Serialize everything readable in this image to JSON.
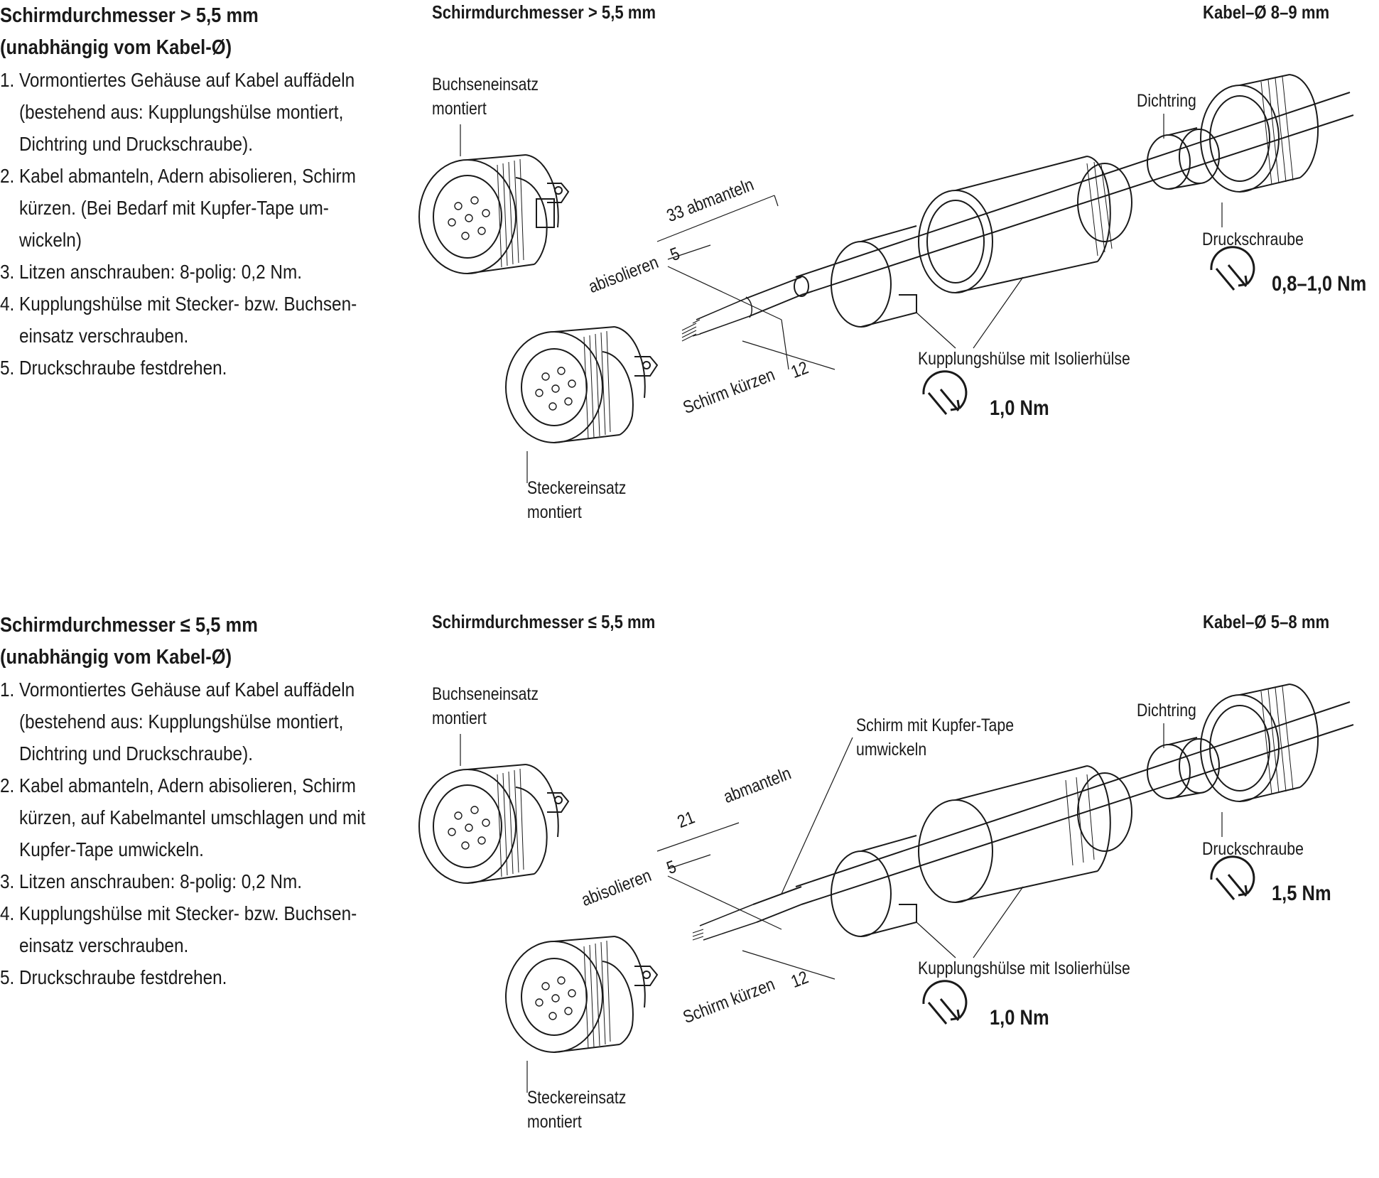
{
  "top": {
    "title_line1": "Schirmdurchmesser  > 5,5 mm",
    "title_line2": "(unabhängig vom Kabel-Ø)",
    "steps": [
      {
        "num": "1.",
        "lines": [
          "Vormontiertes Gehäuse auf Kabel auffädeln",
          "(bestehend aus: Kupplungshülse montiert,",
          "Dichtring und Druckschraube)."
        ]
      },
      {
        "num": "2.",
        "lines": [
          "Kabel abmanteln, Adern abisolieren, Schirm",
          "kürzen. (Bei Bedarf mit Kupfer-Tape um-",
          "wickeln)"
        ]
      },
      {
        "num": "3.",
        "lines": [
          "Litzen anschrauben: 8-polig: 0,2 Nm."
        ]
      },
      {
        "num": "4.",
        "lines": [
          "Kupplungshülse mit Stecker- bzw. Buchsen-",
          "einsatz verschrauben."
        ]
      },
      {
        "num": "5.",
        "lines": [
          "Druckschraube festdrehen."
        ]
      }
    ],
    "drawing": {
      "header_left": "Schirmdurchmesser > 5,5 mm",
      "header_right": "Kabel–Ø 8–9 mm",
      "label_socket_1": "Buchseneinsatz",
      "label_socket_2": "montiert",
      "label_plug_1": "Steckereinsatz",
      "label_plug_2": "montiert",
      "label_seal": "Dichtring",
      "label_pressure_screw": "Druckschraube",
      "label_coupling": "Kupplungshülse mit Isolierhülse",
      "torque_pressure_screw": "0,8–1,0 Nm",
      "torque_coupling": "1,0 Nm",
      "dim_strip_jacket": "33 abmanteln",
      "dim_strip_insulation_label": "abisolieren",
      "dim_strip_insulation_value": "5",
      "dim_shield_label": "Schirm kürzen",
      "dim_shield_value": "12"
    }
  },
  "bottom": {
    "title_line1": "Schirmdurchmesser  ≤ 5,5 mm",
    "title_line2": "(unabhängig vom Kabel-Ø)",
    "steps": [
      {
        "num": "1.",
        "lines": [
          "Vormontiertes Gehäuse auf Kabel auffädeln",
          "(bestehend aus: Kupplungshülse montiert,",
          "Dichtring und Druckschraube)."
        ]
      },
      {
        "num": "2.",
        "lines": [
          "Kabel abmanteln, Adern abisolieren, Schirm",
          "kürzen, auf Kabelmantel umschlagen und mit",
          "Kupfer-Tape umwickeln."
        ]
      },
      {
        "num": "3.",
        "lines": [
          "Litzen anschrauben: 8-polig: 0,2 Nm."
        ]
      },
      {
        "num": "4.",
        "lines": [
          "Kupplungshülse mit Stecker- bzw. Buchsen-",
          "einsatz verschrauben."
        ]
      },
      {
        "num": "5.",
        "lines": [
          "Druckschraube festdrehen."
        ]
      }
    ],
    "drawing": {
      "header_left": "Schirmdurchmesser ≤ 5,5 mm",
      "header_right": "Kabel–Ø 5–8 mm",
      "label_socket_1": "Buchseneinsatz",
      "label_socket_2": "montiert",
      "label_plug_1": "Steckereinsatz",
      "label_plug_2": "montiert",
      "label_seal": "Dichtring",
      "label_pressure_screw": "Druckschraube",
      "label_coupling": "Kupplungshülse mit Isolierhülse",
      "label_shield_tape_1": "Schirm mit Kupfer-Tape",
      "label_shield_tape_2": "umwickeln",
      "torque_pressure_screw": "1,5 Nm",
      "torque_coupling": "1,0 Nm",
      "dim_strip_jacket_value": "21",
      "dim_strip_jacket_label": "abmanteln",
      "dim_strip_insulation_label": "abisolieren",
      "dim_strip_insulation_value": "5",
      "dim_shield_label": "Schirm kürzen",
      "dim_shield_value": "12"
    }
  }
}
